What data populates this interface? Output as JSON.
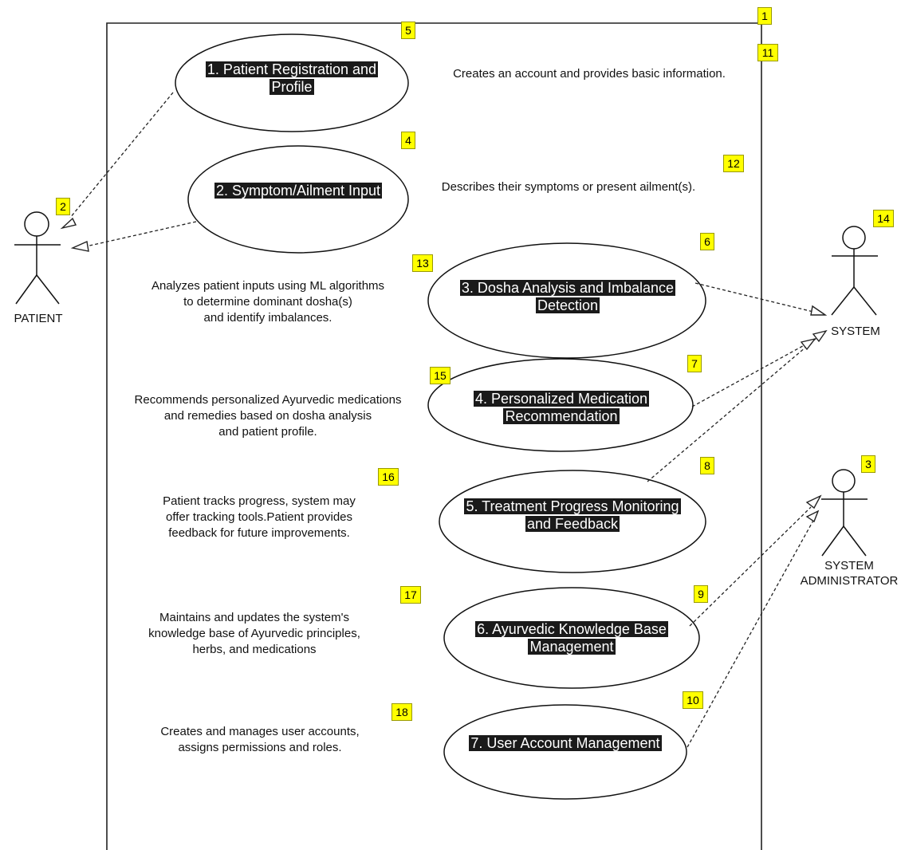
{
  "actors": [
    {
      "id": "patient",
      "label_lines": [
        "PATIENT"
      ]
    },
    {
      "id": "system",
      "label_lines": [
        "SYSTEM"
      ]
    },
    {
      "id": "admin",
      "label_lines": [
        "SYSTEM",
        "ADMINISTRATOR"
      ]
    }
  ],
  "use_cases": [
    {
      "id": "uc1",
      "label_lines": [
        "1. Patient Registration and",
        "Profile"
      ]
    },
    {
      "id": "uc2",
      "label_lines": [
        "2. Symptom/Ailment Input"
      ]
    },
    {
      "id": "uc3",
      "label_lines": [
        "3. Dosha Analysis and Imbalance",
        "Detection"
      ]
    },
    {
      "id": "uc4",
      "label_lines": [
        "4. Personalized Medication",
        "Recommendation"
      ]
    },
    {
      "id": "uc5",
      "label_lines": [
        "5. Treatment Progress Monitoring",
        "and Feedback"
      ]
    },
    {
      "id": "uc6",
      "label_lines": [
        "6. Ayurvedic Knowledge Base",
        "Management"
      ]
    },
    {
      "id": "uc7",
      "label_lines": [
        "7. User Account Management"
      ]
    }
  ],
  "notes": [
    {
      "id": "n1",
      "lines": [
        "Creates an account and provides basic information."
      ]
    },
    {
      "id": "n2",
      "lines": [
        "Describes their symptoms or present ailment(s)."
      ]
    },
    {
      "id": "n3",
      "lines": [
        "Analyzes patient inputs using ML algorithms",
        "to determine dominant dosha(s)",
        "and identify imbalances."
      ]
    },
    {
      "id": "n4",
      "lines": [
        "Recommends personalized Ayurvedic medications",
        "and remedies based on dosha analysis",
        "and patient profile."
      ]
    },
    {
      "id": "n5",
      "lines": [
        "Patient tracks progress, system may",
        "offer tracking tools.Patient provides",
        "feedback for future improvements."
      ]
    },
    {
      "id": "n6",
      "lines": [
        "Maintains and updates the system's",
        "knowledge base of Ayurvedic principles,",
        "herbs, and medications"
      ]
    },
    {
      "id": "n7",
      "lines": [
        "Creates and manages user accounts,",
        "assigns permissions and roles."
      ]
    }
  ],
  "badges": [
    "1",
    "2",
    "3",
    "4",
    "5",
    "6",
    "7",
    "8",
    "9",
    "10",
    "11",
    "12",
    "13",
    "14",
    "15",
    "16",
    "17",
    "18"
  ],
  "colors": {
    "label_bg": "#1a1a1a",
    "badge": "#ffff00",
    "line": "#222222"
  }
}
